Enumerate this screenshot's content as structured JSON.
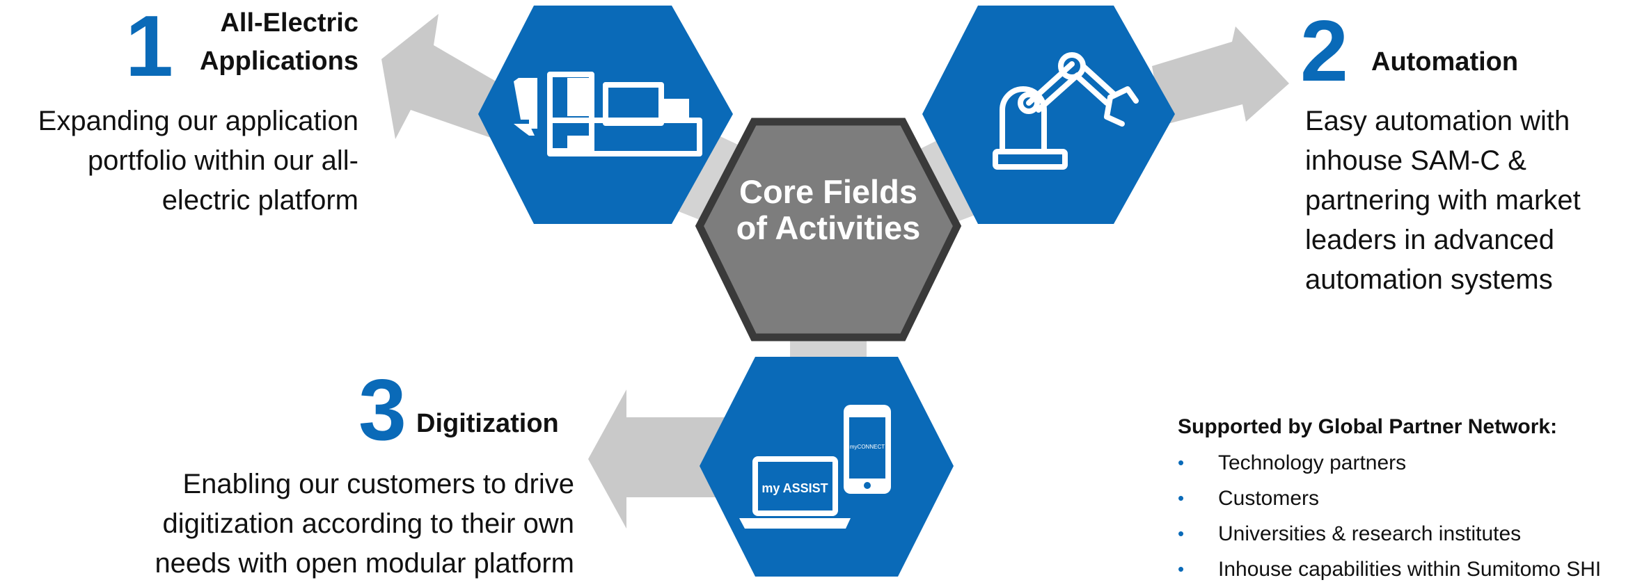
{
  "center": {
    "label": "Core Fields of Activities"
  },
  "fields": [
    {
      "number": "1",
      "heading": "All-Electric Applications",
      "description": "Expanding our application portfolio within our all-electric platform",
      "icon": "injection-molding-machine-icon"
    },
    {
      "number": "2",
      "heading": "Automation",
      "description": "Easy automation with inhouse SAM-C & partnering with market leaders in advanced automation systems",
      "icon": "robot-arm-icon"
    },
    {
      "number": "3",
      "heading": "Digitization",
      "description": "Enabling our customers to drive digitization according to their own needs with open modular platform",
      "icon": "laptop-phone-icon"
    }
  ],
  "icon_texts": {
    "laptop": "my ASSIST",
    "phone": "myCONNECT"
  },
  "partners": {
    "title": "Supported by Global Partner Network:",
    "items": [
      "Technology partners",
      "Customers",
      "Universities & research institutes",
      "Inhouse capabilities within Sumitomo SHI"
    ]
  },
  "colors": {
    "brand_blue": "#0a6ab8",
    "core_gray": "#7d7d7d",
    "arrow_gray": "#c9c9c9"
  }
}
